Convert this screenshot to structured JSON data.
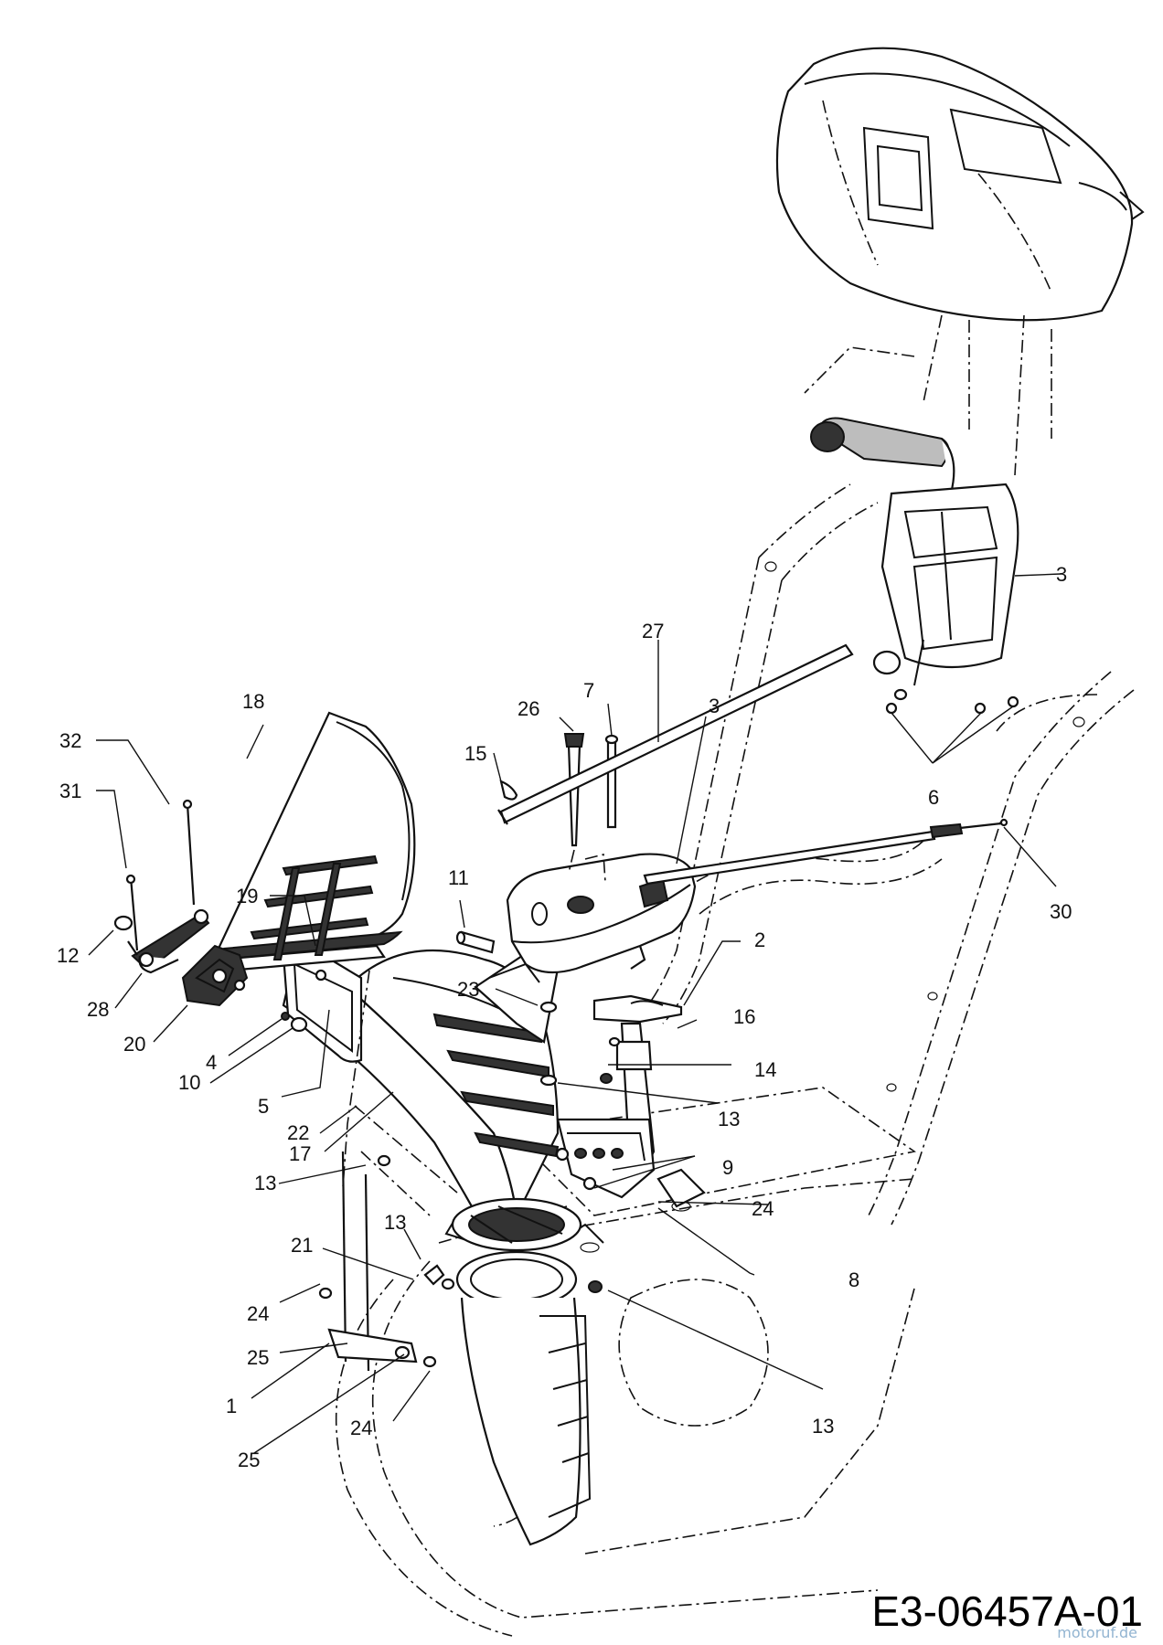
{
  "drawing_code": "E3-06457A-01",
  "watermark": "motoruf.de",
  "callouts": [
    {
      "id": "c32a",
      "label": "32"
    },
    {
      "id": "c31",
      "label": "31"
    },
    {
      "id": "c12",
      "label": "12"
    },
    {
      "id": "c28",
      "label": "28"
    },
    {
      "id": "c20",
      "label": "20"
    },
    {
      "id": "c18",
      "label": "18"
    },
    {
      "id": "c19",
      "label": "19"
    },
    {
      "id": "c4",
      "label": "4"
    },
    {
      "id": "c10",
      "label": "10"
    },
    {
      "id": "c5",
      "label": "5"
    },
    {
      "id": "c22",
      "label": "22"
    },
    {
      "id": "c17",
      "label": "17"
    },
    {
      "id": "c13a",
      "label": "13"
    },
    {
      "id": "c13b",
      "label": "13"
    },
    {
      "id": "c13c",
      "label": "13"
    },
    {
      "id": "c13d",
      "label": "13"
    },
    {
      "id": "c21",
      "label": "21"
    },
    {
      "id": "c24a",
      "label": "24"
    },
    {
      "id": "c25a",
      "label": "25"
    },
    {
      "id": "c1",
      "label": "1"
    },
    {
      "id": "c25b",
      "label": "25"
    },
    {
      "id": "c24b",
      "label": "24"
    },
    {
      "id": "c24c",
      "label": "24"
    },
    {
      "id": "c15",
      "label": "15"
    },
    {
      "id": "c26",
      "label": "26"
    },
    {
      "id": "c7",
      "label": "7"
    },
    {
      "id": "c27",
      "label": "27"
    },
    {
      "id": "c11",
      "label": "11"
    },
    {
      "id": "c3a",
      "label": "3"
    },
    {
      "id": "c3b",
      "label": "3"
    },
    {
      "id": "c23",
      "label": "23"
    },
    {
      "id": "c2",
      "label": "2"
    },
    {
      "id": "c16",
      "label": "16"
    },
    {
      "id": "c14",
      "label": "14"
    },
    {
      "id": "c9",
      "label": "9"
    },
    {
      "id": "c8",
      "label": "8"
    },
    {
      "id": "c6",
      "label": "6"
    },
    {
      "id": "c30",
      "label": "30"
    }
  ]
}
